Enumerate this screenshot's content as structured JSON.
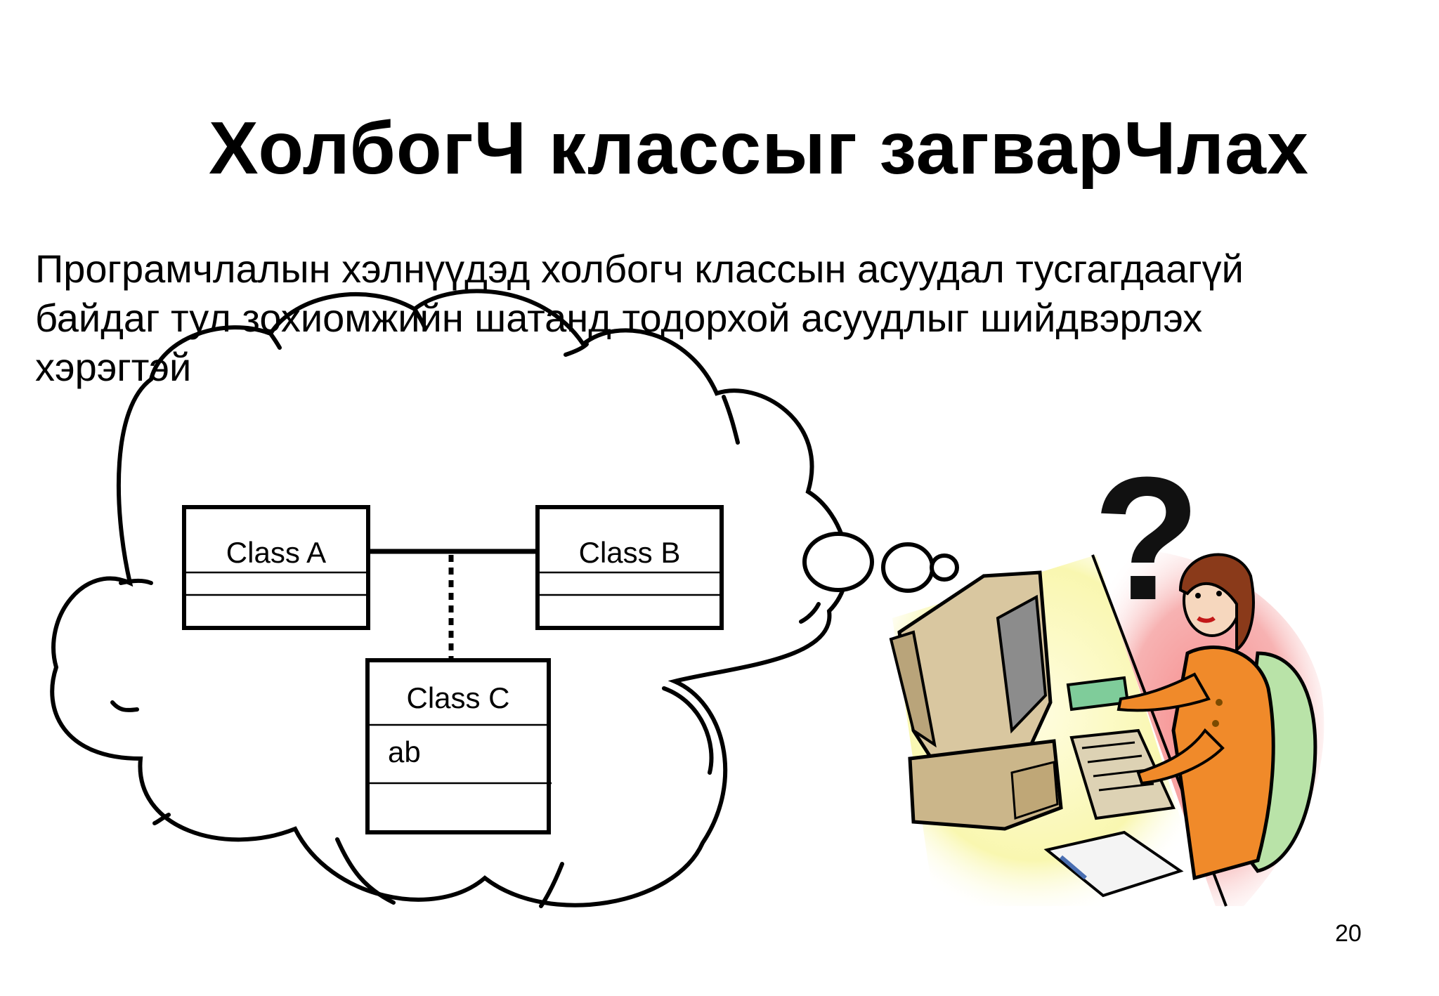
{
  "slide": {
    "title": "ХолбогЧ классыг загварЧлах",
    "body_lines": [
      "Програмчлалын хэлнүүдэд холбогч классын асуудал тусгагдаагүй",
      "байдаг тул зохиомжийн шатанд тодорхой асуудлыг шийдвэрлэх",
      "хэрэгтэй"
    ],
    "page_number": "20"
  },
  "diagram": {
    "class_a": {
      "name": "Class A"
    },
    "class_b": {
      "name": "Class B"
    },
    "class_c": {
      "name": "Class C",
      "attribute": "ab"
    }
  },
  "illustration": {
    "question_mark": "?"
  }
}
